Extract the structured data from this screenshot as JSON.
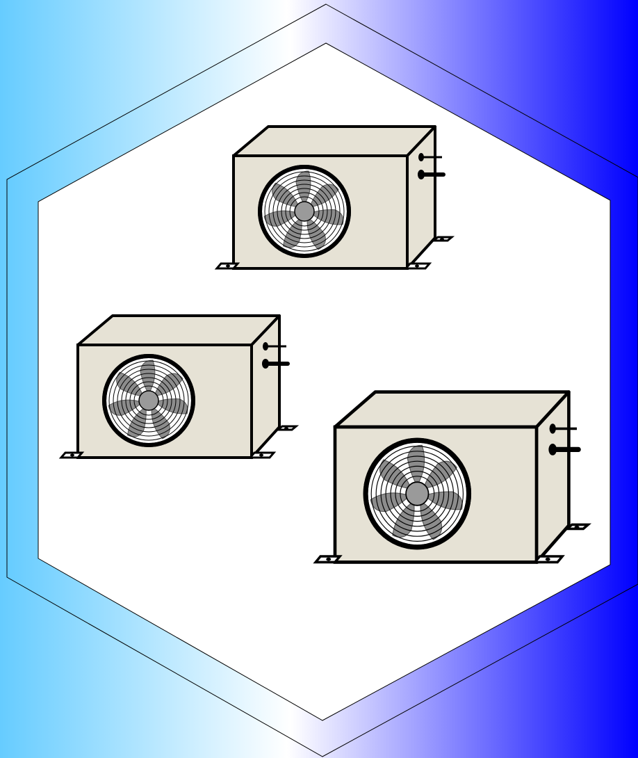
{
  "colors": {
    "background_left": "#66ccff",
    "background_mid": "#ffffff",
    "background_right": "#0000ff",
    "hexagon_fill": "#ffffff",
    "unit_body": "#e6e2d5",
    "unit_outline": "#000000",
    "fan_blades": "#8c8c8c",
    "fan_hub": "#9a9a9a",
    "fan_guard": "#ffffff",
    "pipe": "#000000"
  },
  "icons": {
    "frame": "hexagon-frame-icon",
    "unit": "outdoor-ac-unit-icon",
    "fan": "fan-icon"
  },
  "units": [
    {
      "name": "ac-unit-top"
    },
    {
      "name": "ac-unit-left"
    },
    {
      "name": "ac-unit-right"
    }
  ]
}
